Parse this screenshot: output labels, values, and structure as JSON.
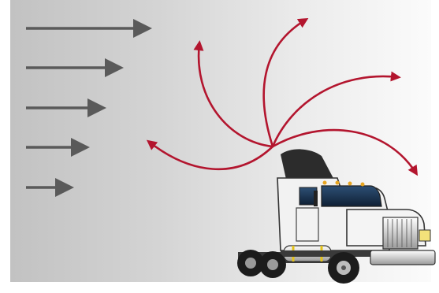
{
  "scene": {
    "background_gradient": [
      "#c2c2c2",
      "#fbfbfb"
    ],
    "arrow_color": "#5a5a5a",
    "curve_color": "#b3152e",
    "truck_body_color": "#f2f2f2",
    "truck_dark_color": "#2c2c2c",
    "wind_arrows": [
      {
        "name": "wind-arrow-1"
      },
      {
        "name": "wind-arrow-2"
      },
      {
        "name": "wind-arrow-3"
      },
      {
        "name": "wind-arrow-4"
      },
      {
        "name": "wind-arrow-5"
      }
    ],
    "curved_arrows": [
      {
        "name": "curved-arrow-left"
      },
      {
        "name": "curved-arrow-upper-left"
      },
      {
        "name": "curved-arrow-up"
      },
      {
        "name": "curved-arrow-upper-right"
      },
      {
        "name": "curved-arrow-right"
      }
    ]
  }
}
